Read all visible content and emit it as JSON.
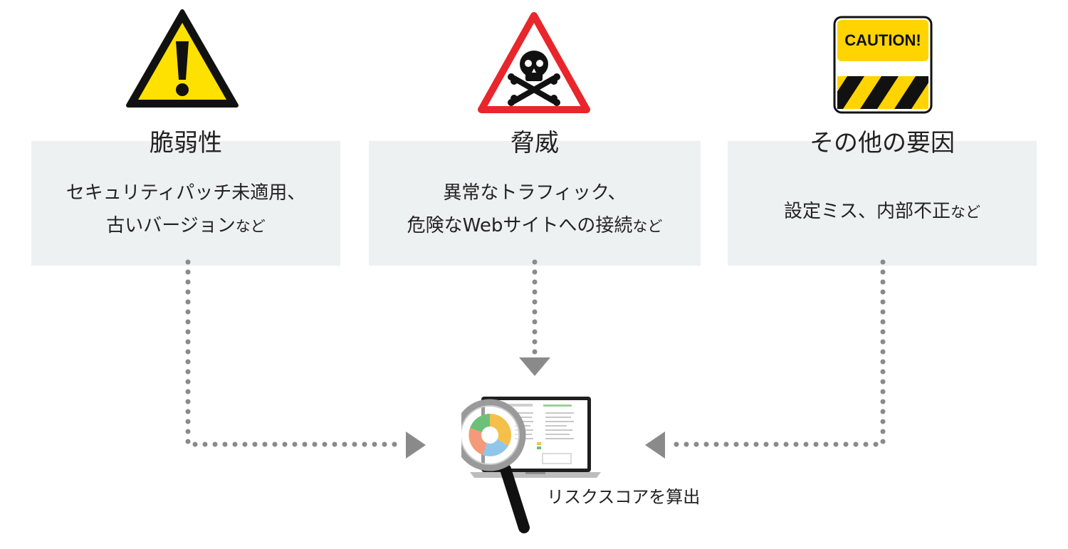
{
  "columns": [
    {
      "icon": "warning-triangle-icon",
      "title": "脆弱性",
      "lines": [
        "セキュリティパッチ未適用、",
        "古いバージョン"
      ],
      "suffix": "など"
    },
    {
      "icon": "skull-crossbones-icon",
      "title": "脅威",
      "lines": [
        "異常なトラフィック、",
        "危険なWebサイトへの接続"
      ],
      "suffix": "など"
    },
    {
      "icon": "caution-sign-icon",
      "caution_text": "CAUTION!",
      "title": "その他の要因",
      "lines": [
        "設定ミス、内部不正"
      ],
      "suffix": "など"
    }
  ],
  "result": {
    "icon": "laptop-magnifier-icon",
    "label": "リスクスコアを算出"
  },
  "colors": {
    "warning_yellow": "#ffe100",
    "danger_red": "#e8262b",
    "box_bg": "#eef1f1",
    "connector": "#8a8a8a"
  }
}
